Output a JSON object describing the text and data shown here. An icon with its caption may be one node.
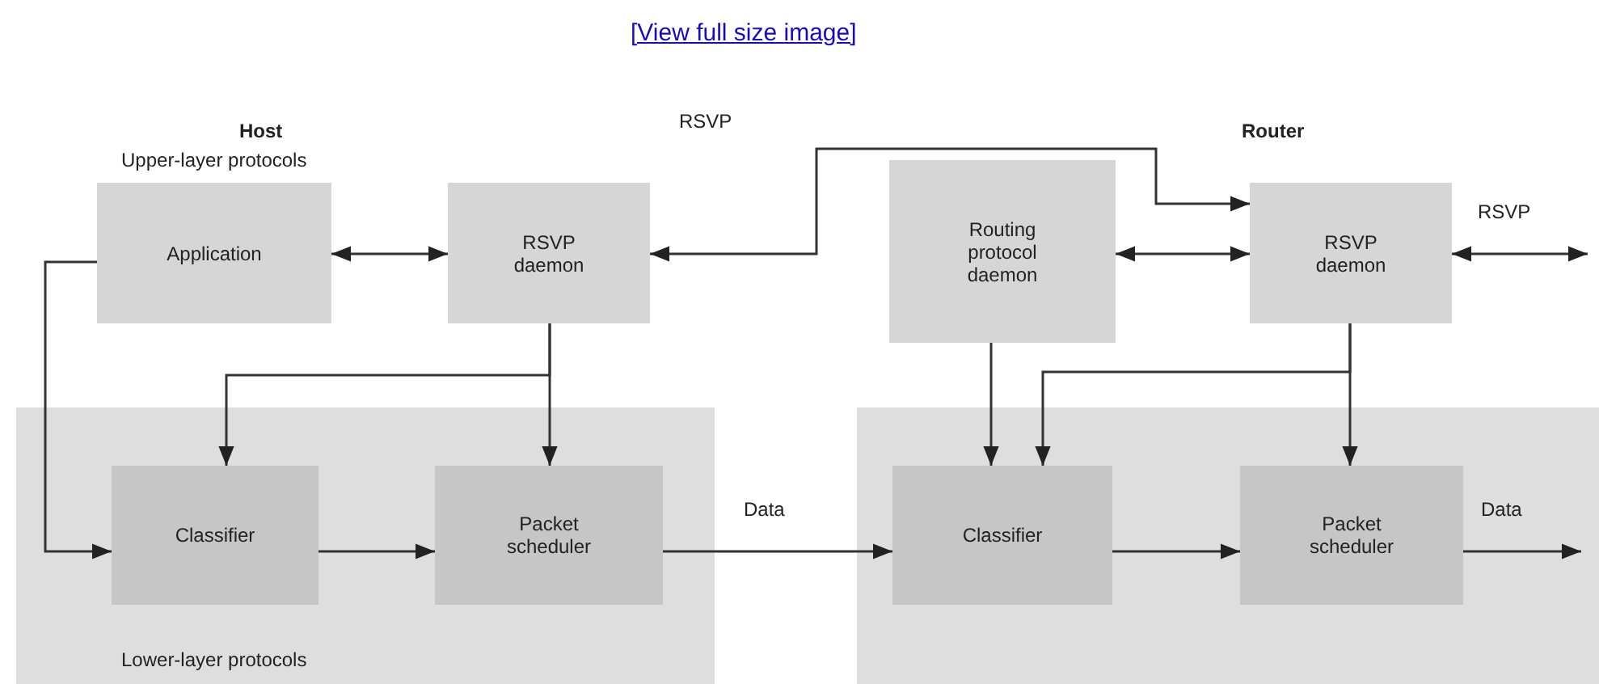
{
  "diagram": {
    "nodes": [
      {
        "text": [
          "Lower-layer protocols"
        ]
      },
      {
        "text": [
          "Application"
        ]
      },
      {
        "text": [
          "RSVP daemon"
        ]
      },
      {
        "text": [
          "Classifier"
        ],
        "in": 0
      },
      {
        "text": [
          "Packet scheduler"
        ],
        "in": 0
      },
      {
        "text": [],
        "shape": "box"
      },
      {
        "text": [
          "Routing protocol daemon"
        ]
      },
      {
        "text": [
          "RSVP daemon"
        ]
      },
      {
        "text": [
          "Classifier"
        ],
        "in": 5
      },
      {
        "text": [
          "Packet scheduler"
        ],
        "in": 5
      }
    ],
    "edges": [
      {
        "from": 1,
        "to": 2,
        "arrow": "both"
      },
      {
        "from": 7,
        "to": 2,
        "arrow": "both",
        "label": "RSVP"
      },
      {
        "from": 2,
        "to": 3,
        "arrow": "to"
      },
      {
        "from": 2,
        "to": 4,
        "arrow": "to"
      },
      {
        "from": 1,
        "to": 3,
        "arrow": "to"
      },
      {
        "from": 3,
        "to": 4,
        "arrow": "to"
      },
      {
        "from": 4,
        "to": 8,
        "arrow": "to",
        "label": "Data"
      },
      {
        "from": 6,
        "to": 7,
        "arrow": "both"
      },
      {
        "from": 6,
        "to": 8,
        "arrow": "to"
      },
      {
        "from": 7,
        "to": 8,
        "arrow": "to"
      },
      {
        "from": 7,
        "to": 9,
        "arrow": "to"
      },
      {
        "from": 8,
        "to": 9,
        "arrow": "to"
      },
      {
        "from": 9,
        "to": null,
        "arrow": "to",
        "label": "Data"
      },
      {
        "from": 7,
        "to": null,
        "arrow": "both",
        "label": "RSVP"
      }
    ],
    "labels": [
      "[View full size image]",
      "Host",
      "Router",
      "Upper-layer protocols"
    ]
  }
}
